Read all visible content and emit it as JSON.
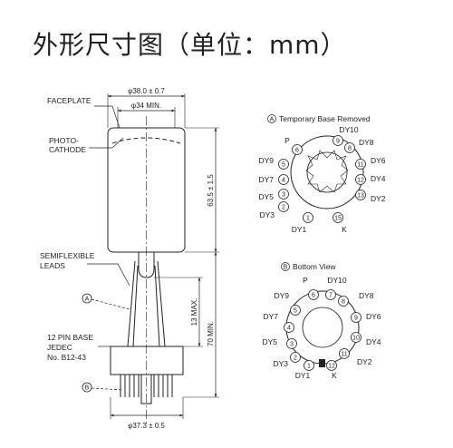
{
  "title": "外形尺寸图（单位：mm）",
  "labels": {
    "faceplate": "FACEPLATE",
    "photocathode_1": "PHOTO-",
    "photocathode_2": "CATHODE",
    "semiflexible_1": "SEMIFLEXIBLE",
    "semiflexible_2": "LEADS",
    "base_1": "12 PIN BASE",
    "base_2": "JEDEC",
    "base_3": "No. B12-43",
    "callout_a": "A",
    "callout_b": "B"
  },
  "dimensions": {
    "outer_diameter": "φ38.0 ± 0.7",
    "effective_diameter": "φ34 MIN.",
    "body_length": "63.5 ± 1.5",
    "lead_max": "13 MAX.",
    "overall_min": "70 MIN.",
    "base_diameter": "φ37.3 ± 0.5"
  },
  "view_a": {
    "title": "Temporary Base Removed",
    "marker": "A",
    "pins": [
      {
        "num": "1",
        "name": "DY1"
      },
      {
        "num": "2",
        "name": "DY3"
      },
      {
        "num": "3",
        "name": "DY5"
      },
      {
        "num": "4",
        "name": "DY7"
      },
      {
        "num": "5",
        "name": "DY9"
      },
      {
        "num": "6",
        "name": "P"
      },
      {
        "num": "9",
        "name": "DY10"
      },
      {
        "num": "8",
        "name": "DY8"
      },
      {
        "num": "11",
        "name": "DY6"
      },
      {
        "num": "12",
        "name": "DY4"
      },
      {
        "num": "13",
        "name": "DY2"
      },
      {
        "num": "15",
        "name": "K"
      }
    ]
  },
  "view_b": {
    "title": "Bottom View",
    "marker": "B",
    "pins": [
      {
        "num": "1",
        "name": "DY1"
      },
      {
        "num": "2",
        "name": "DY3"
      },
      {
        "num": "3",
        "name": "DY5"
      },
      {
        "num": "4",
        "name": "DY7"
      },
      {
        "num": "5",
        "name": "DY9"
      },
      {
        "num": "6",
        "name": "P"
      },
      {
        "num": "7",
        "name": "DY10"
      },
      {
        "num": "8",
        "name": "DY8"
      },
      {
        "num": "9",
        "name": "DY6"
      },
      {
        "num": "10",
        "name": "DY4"
      },
      {
        "num": "11",
        "name": "DY2"
      },
      {
        "num": "12",
        "name": "K"
      }
    ]
  }
}
